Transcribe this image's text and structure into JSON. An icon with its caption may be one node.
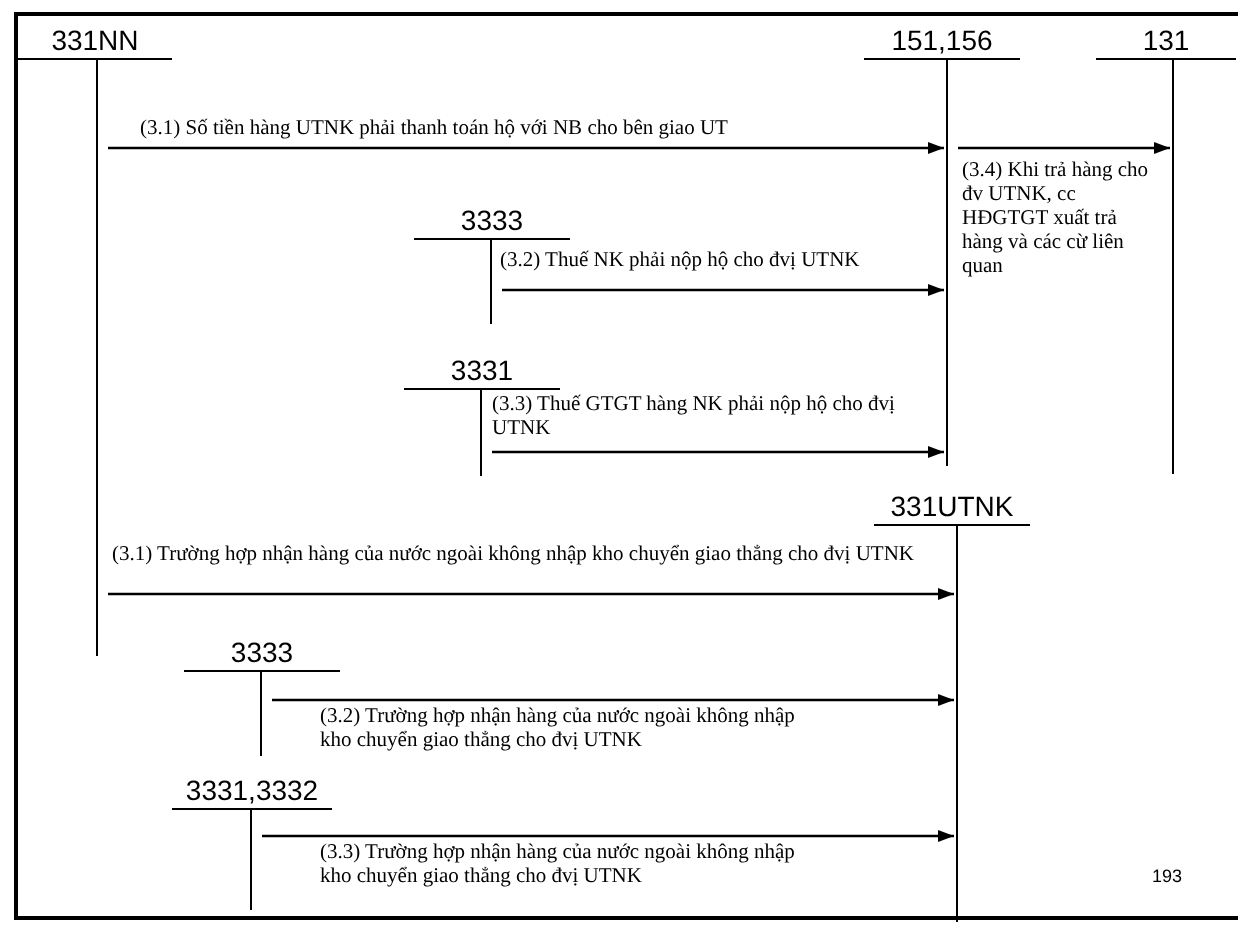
{
  "diagram": {
    "nodes": [
      {
        "text": [
          "331NN"
        ]
      },
      {
        "text": [
          "151,156"
        ]
      },
      {
        "text": [
          "131"
        ]
      },
      {
        "text": [
          "3333"
        ]
      },
      {
        "text": [
          "3331"
        ]
      },
      {
        "text": [
          "331UTNK"
        ]
      },
      {
        "text": [
          "3333"
        ]
      },
      {
        "text": [
          "3331,3332"
        ]
      }
    ],
    "edges": [
      {
        "from": 0,
        "to": 1,
        "arrow": "to",
        "label": "(3.1) Số tiền hàng UTNK phải thanh toán hộ với NB cho bên giao UT"
      },
      {
        "from": 3,
        "to": 1,
        "arrow": "to",
        "label": "(3.2) Thuế NK phải nộp hộ cho đvị UTNK"
      },
      {
        "from": 4,
        "to": 1,
        "arrow": "to",
        "label": "(3.3) Thuế GTGT hàng NK phải nộp hộ cho đvị UTNK"
      },
      {
        "from": 1,
        "to": 2,
        "arrow": "to",
        "label": "(3.4) Khi trả hàng cho đv UTNK, cc HĐGTGT xuất trả hàng và các cừ liên quan"
      },
      {
        "from": 0,
        "to": 5,
        "arrow": "to",
        "label": "(3.1) Trường hợp nhận hàng của nước ngoài không nhập kho chuyển giao thẳng cho đvị UTNK"
      },
      {
        "from": 6,
        "to": 5,
        "arrow": "to",
        "label": "(3.2) Trường hợp nhận hàng của nước ngoài không nhập kho chuyển giao thẳng cho đvị UTNK"
      },
      {
        "from": 7,
        "to": 5,
        "arrow": "to",
        "label": "(3.3) Trường hợp nhận hàng của nước ngoài không nhập kho chuyển giao thẳng cho đvị UTNK"
      }
    ],
    "labels": [
      "193"
    ]
  }
}
